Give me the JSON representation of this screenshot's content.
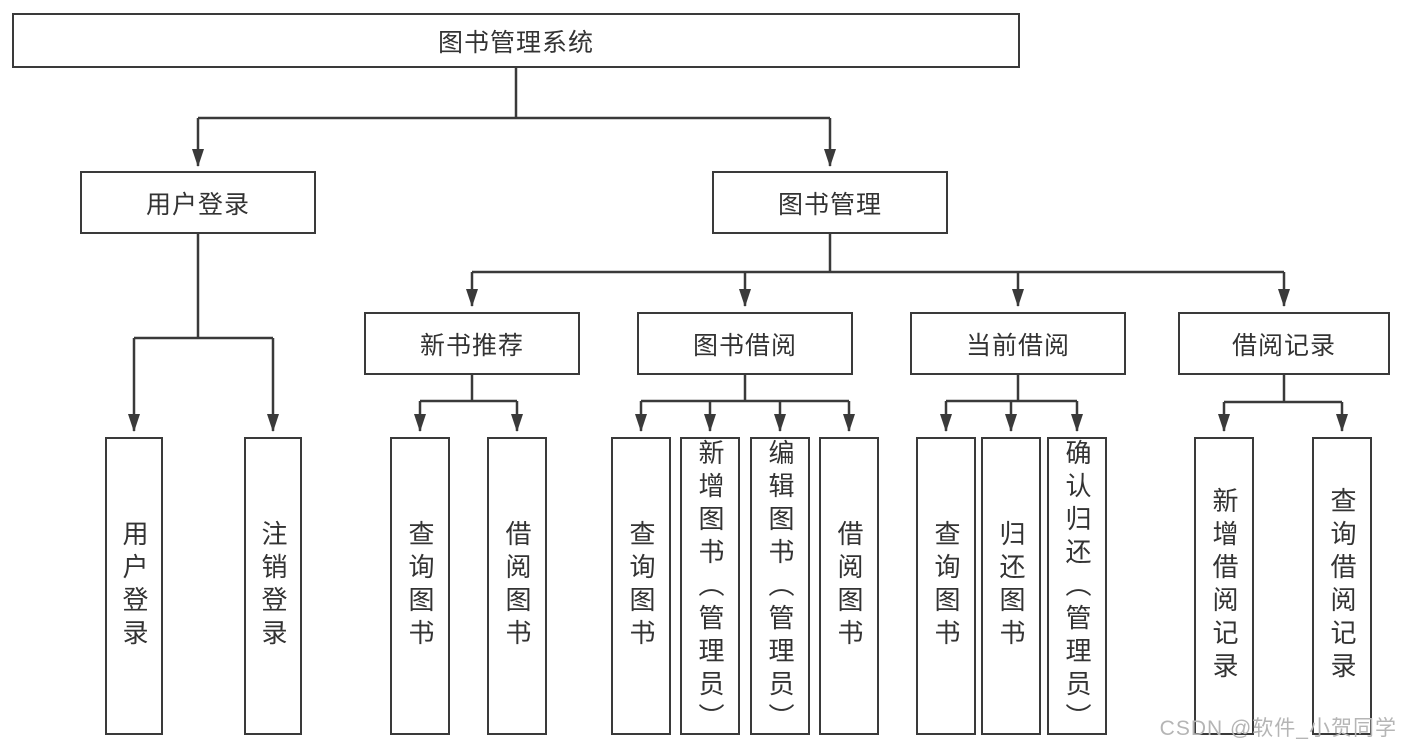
{
  "diagram": {
    "title": "图书管理系统",
    "watermark": "CSDN @软件_小贺同学",
    "colors": {
      "line": "#3a3a3a",
      "text": "#333333",
      "background": "#ffffff",
      "watermark": "#b5b5b5"
    },
    "branches": [
      {
        "label": "用户登录",
        "children": [
          {
            "label": "用户登录"
          },
          {
            "label": "注销登录"
          }
        ]
      },
      {
        "label": "图书管理",
        "groups": [
          {
            "label": "新书推荐",
            "children": [
              {
                "label": "查询图书"
              },
              {
                "label": "借阅图书"
              }
            ]
          },
          {
            "label": "图书借阅",
            "children": [
              {
                "label": "查询图书"
              },
              {
                "label": "新增图书（管理员）"
              },
              {
                "label": "编辑图书（管理员）"
              },
              {
                "label": "借阅图书"
              }
            ]
          },
          {
            "label": "当前借阅",
            "children": [
              {
                "label": "查询图书"
              },
              {
                "label": "归还图书"
              },
              {
                "label": "确认归还（管理员）"
              }
            ]
          },
          {
            "label": "借阅记录",
            "children": [
              {
                "label": "新增借阅记录"
              },
              {
                "label": "查询借阅记录"
              }
            ]
          }
        ]
      }
    ]
  }
}
